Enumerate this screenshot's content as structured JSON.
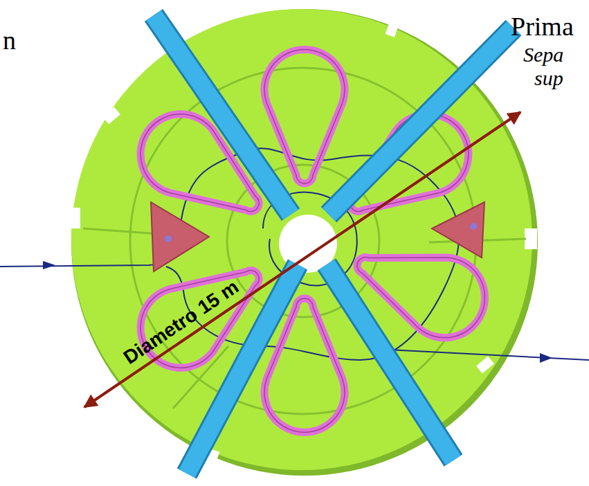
{
  "diagram": {
    "labels": [
      "n",
      "Prima",
      "Sepa",
      "sup",
      "Diametro 15 m"
    ]
  }
}
